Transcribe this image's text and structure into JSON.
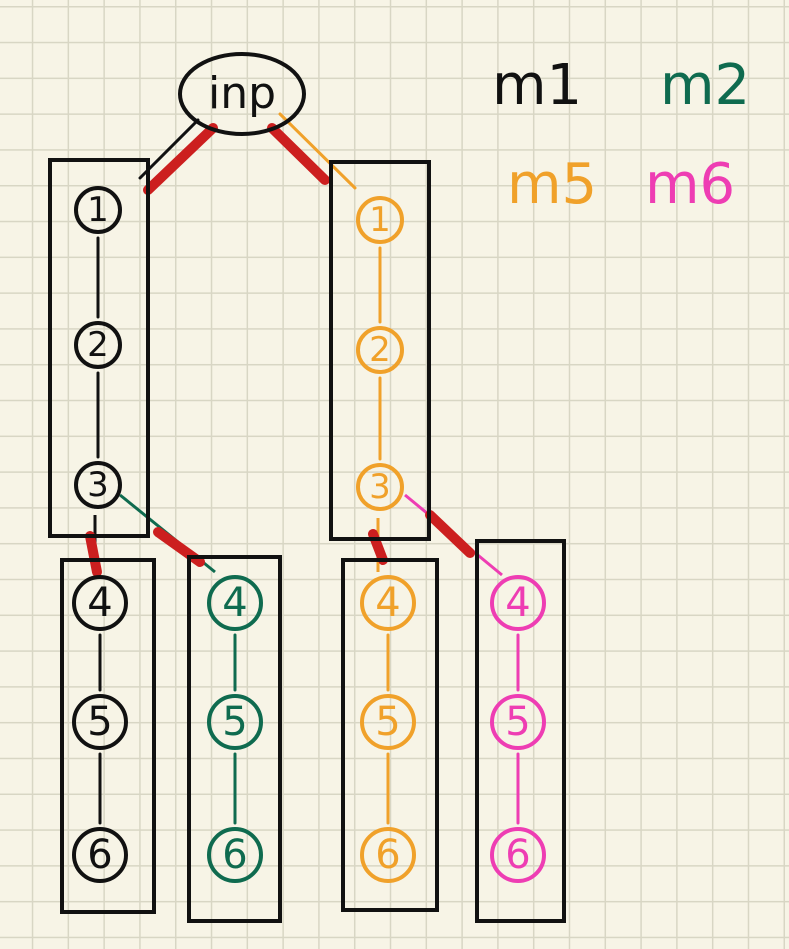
{
  "root": {
    "label": "inp"
  },
  "legend": [
    {
      "label": "m1",
      "color": "#111111"
    },
    {
      "label": "m2",
      "color": "#0f6b4f"
    },
    {
      "label": "m5",
      "color": "#f0a12a"
    },
    {
      "label": "m6",
      "color": "#ee3db3"
    }
  ],
  "branches": {
    "left_top": {
      "color": "#111111",
      "nodes": [
        "1",
        "2",
        "3"
      ]
    },
    "right_top": {
      "color": "#f0a12a",
      "nodes": [
        "1",
        "2",
        "3"
      ]
    },
    "m1_bottom": {
      "color": "#111111",
      "nodes": [
        "4",
        "5",
        "6"
      ]
    },
    "m2_bottom": {
      "color": "#0f6b4f",
      "nodes": [
        "4",
        "5",
        "6"
      ]
    },
    "m5_bottom": {
      "color": "#f0a12a",
      "nodes": [
        "4",
        "5",
        "6"
      ]
    },
    "m6_bottom": {
      "color": "#ee3db3",
      "nodes": [
        "4",
        "5",
        "6"
      ]
    }
  },
  "cut_color": "#cc1f1f"
}
